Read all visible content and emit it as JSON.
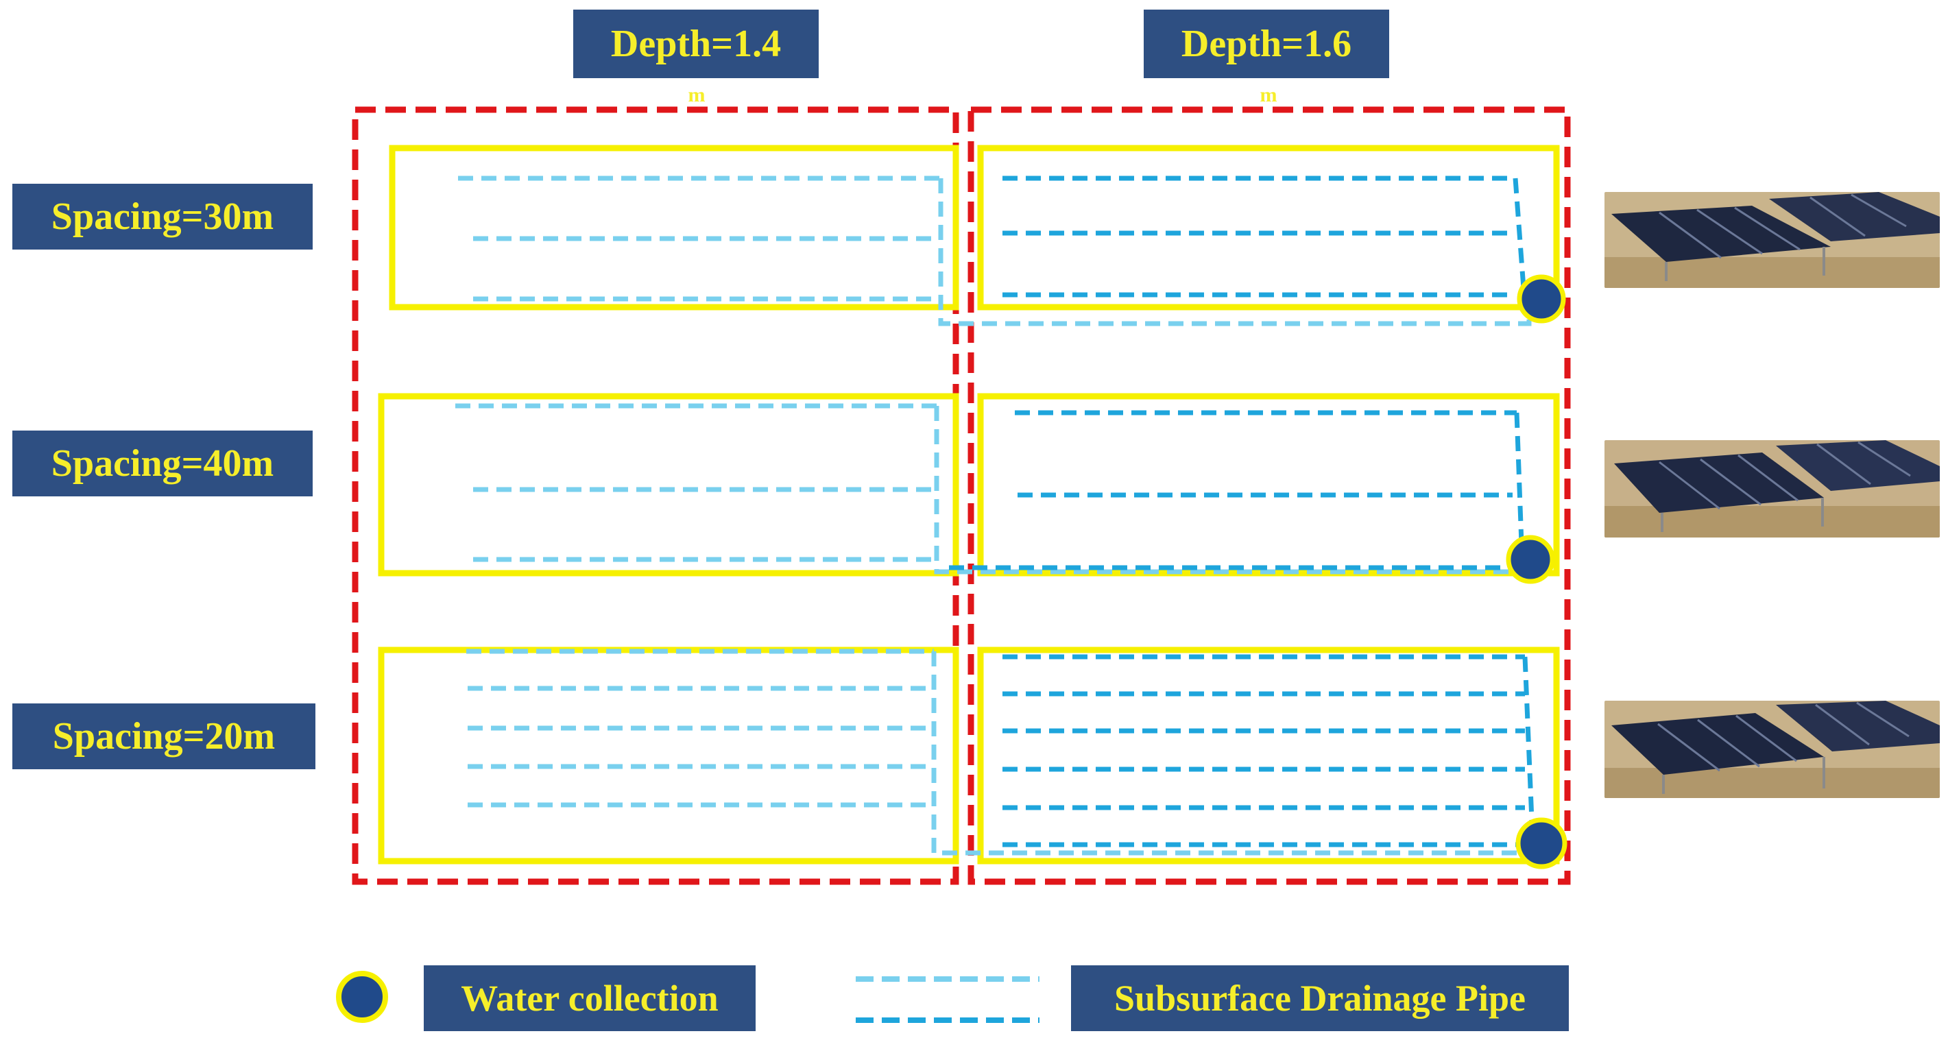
{
  "depth_labels": [
    "Depth=1.4",
    "Depth=1.6"
  ],
  "unit_mark": "m",
  "spacing_labels": [
    "Spacing=30m",
    "Spacing=40m",
    "Spacing=20m"
  ],
  "rows": [
    {
      "spacing_m": 30,
      "left_laterals": 3,
      "right_laterals": 3
    },
    {
      "spacing_m": 40,
      "left_laterals": 3,
      "right_laterals": 3
    },
    {
      "spacing_m": 20,
      "left_laterals": 5,
      "right_laterals": 6
    }
  ],
  "legend": {
    "water_collection": "Water collection",
    "drainage_pipe": "Subsurface Drainage Pipe"
  },
  "colors": {
    "label_bg": "#2e4f82",
    "label_text": "#f6ee2a",
    "depth_boundary": "#e0161a",
    "field_boundary": "#f6f000",
    "pipe_light": "#79d0ee",
    "pipe_dark": "#1ea5dc",
    "collector": "#204a8a"
  },
  "icons": [
    "solar-panel-photo",
    "water-collection-well-icon"
  ]
}
